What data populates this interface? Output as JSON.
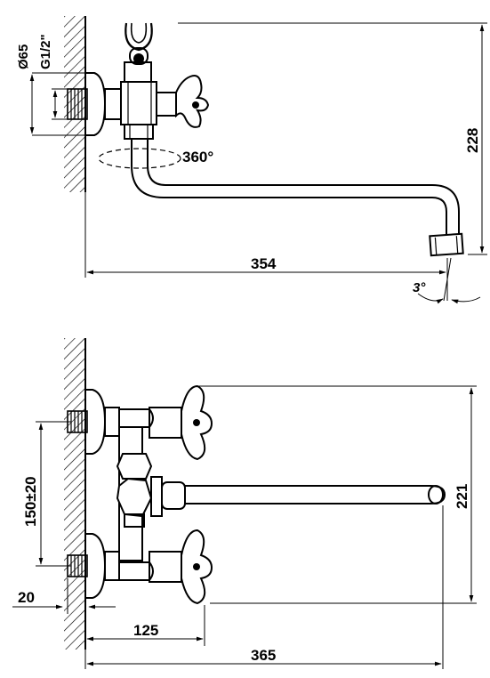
{
  "top_view": {
    "dims": {
      "wall_flange_dia": "Ø65",
      "thread": "G1/2\"",
      "swivel_angle": "360°",
      "height": "228",
      "reach": "354",
      "tilt_angle": "3°"
    }
  },
  "bottom_view": {
    "dims": {
      "center_distance": "150±20",
      "wall_offset": "20",
      "depth": "221",
      "handle_offset": "125",
      "overall_length": "365"
    }
  }
}
